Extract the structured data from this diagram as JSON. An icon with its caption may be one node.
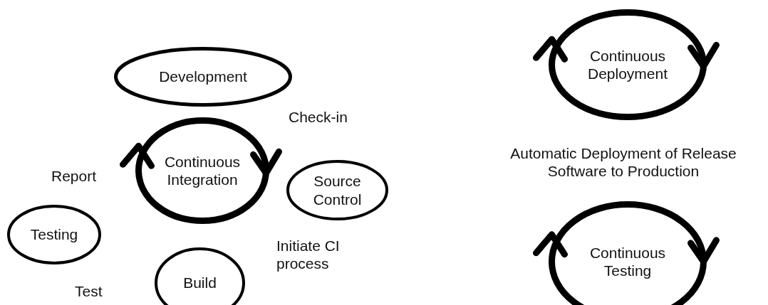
{
  "diagram": {
    "nodes": [
      {
        "text": [
          "Development"
        ]
      },
      {
        "text": [
          "Continuous Integration"
        ]
      },
      {
        "text": [
          "Source Control"
        ]
      },
      {
        "text": [
          "Testing"
        ]
      },
      {
        "text": [
          "Build"
        ]
      },
      {
        "text": [
          "Continuous Deployment"
        ]
      },
      {
        "text": [
          "Continuous Testing"
        ]
      }
    ],
    "labels": [
      "Check-in",
      "Automatic Deployment of Release Software to Production",
      "Report",
      "Initiate CI process",
      "Test"
    ]
  }
}
